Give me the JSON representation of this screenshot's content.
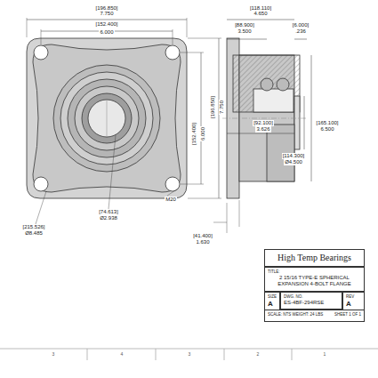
{
  "diagram": {
    "nodes": [
      {
        "text": [
          "High Temp Bearings"
        ]
      },
      {
        "text": [
          "TITLE:",
          "2 15/16 TYPE-E SPHERICAL EXPANSION 4-BOLT FLANGE"
        ]
      },
      {
        "text": [
          "SIZE",
          "A"
        ]
      },
      {
        "text": [
          "DWG. NO.",
          "ES-4BF-294RSE"
        ]
      },
      {
        "text": [
          "REV",
          "A"
        ]
      },
      {
        "text": [
          "SCALE: NTS WEIGHT: 24 LBS",
          "SHEET 1 OF 1"
        ]
      }
    ],
    "labels": [
      "[196.850]",
      "7.750",
      "[152.400]",
      "6.000",
      "[152.400]",
      "6.000",
      "[196.850]",
      "7.750",
      "M20",
      "[74.613]",
      "Ø2.938",
      "[215.526]",
      "Ø8.485",
      "[118.110]",
      "4.650",
      "[88.900]",
      "3.500",
      "[6.000]",
      ".236",
      "[92.100]",
      "3.626",
      "[114.300]",
      "Ø4.500",
      "[165.100]",
      "6.500",
      "[41.400]",
      "1.630",
      "3",
      "4",
      "3",
      "2",
      "1"
    ]
  }
}
